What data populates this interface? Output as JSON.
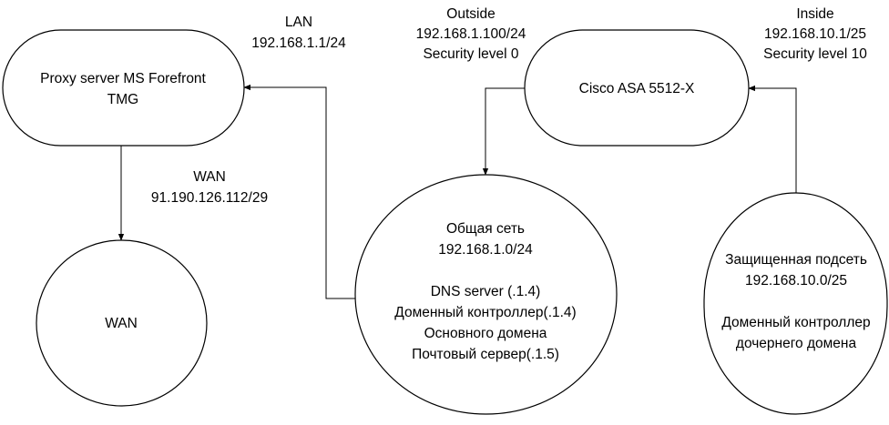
{
  "nodes": {
    "proxy": {
      "line1": "Proxy server MS Forefront",
      "line2": "TMG"
    },
    "asa": {
      "label": "Cisco ASA 5512-X"
    },
    "wan": {
      "label": "WAN"
    },
    "common_net": {
      "line1": "Общая сеть",
      "line2": "192.168.1.0/24",
      "line3": "DNS server (.1.4)",
      "line4": "Доменный контроллер(.1.4)",
      "line5": "Основного домена",
      "line6": "Почтовый сервер(.1.5)"
    },
    "protected_net": {
      "line1": "Защищенная подсеть",
      "line2": "192.168.10.0/25",
      "line3": "Доменный контроллер",
      "line4": "дочернего домена"
    }
  },
  "labels": {
    "lan": {
      "line1": "LAN",
      "line2": "192.168.1.1/24"
    },
    "outside": {
      "line1": "Outside",
      "line2": "192.168.1.100/24",
      "line3": "Security level 0"
    },
    "inside": {
      "line1": "Inside",
      "line2": "192.168.10.1/25",
      "line3": "Security level 10"
    },
    "wan_link": {
      "line1": "WAN",
      "line2": "91.190.126.112/29"
    }
  }
}
